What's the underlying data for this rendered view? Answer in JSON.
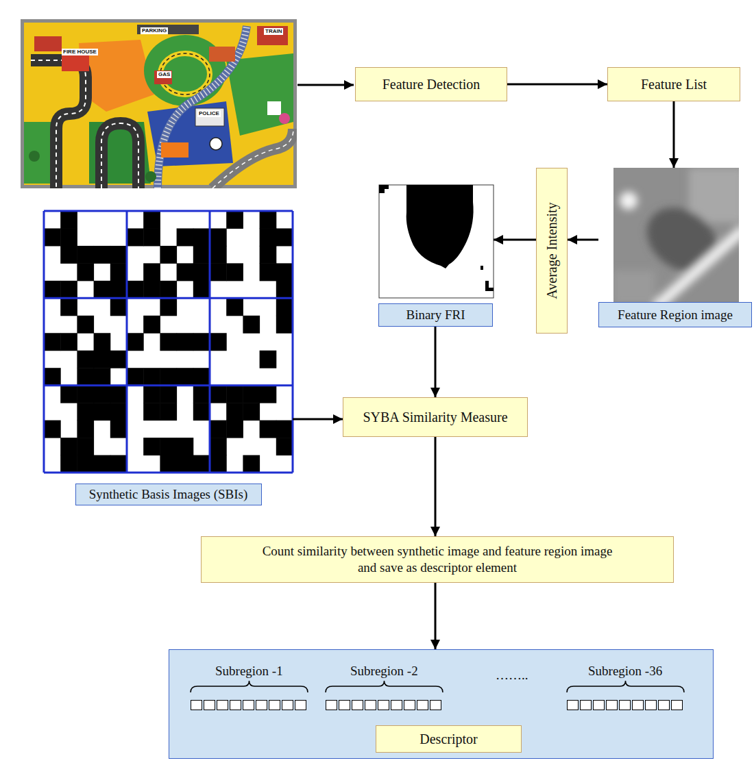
{
  "diagram": {
    "nodes": [
      {
        "text": [
          "Feature Detection"
        ]
      },
      {
        "text": [
          "Feature List"
        ]
      },
      {
        "text": [
          "Feature Region image"
        ]
      },
      {
        "text": [
          "Average Intensity"
        ]
      },
      {
        "text": [
          "Binary FRI"
        ]
      },
      {
        "text": [
          "Synthetic Basis Images (SBIs)"
        ]
      },
      {
        "text": [
          "SYBA Similarity Measure"
        ]
      },
      {
        "text": [
          "Count similarity between synthetic image and feature region image and save as descriptor element"
        ]
      },
      {
        "text": [
          "Subregion -1",
          "Subregion -2",
          "……..",
          "Subregion -36"
        ]
      },
      {
        "text": [
          "Descriptor"
        ],
        "in": 8
      }
    ],
    "edges": [
      {
        "from": 0,
        "to": 1,
        "arrow": "to"
      },
      {
        "from": 1,
        "to": 2,
        "arrow": "to"
      },
      {
        "from": 2,
        "to": 3,
        "arrow": "to"
      },
      {
        "from": 3,
        "to": 4,
        "arrow": "to"
      },
      {
        "from": 4,
        "to": 6,
        "arrow": "to"
      },
      {
        "from": 5,
        "to": 6,
        "arrow": "to"
      },
      {
        "from": 6,
        "to": 7,
        "arrow": "to"
      },
      {
        "from": 7,
        "to": 8,
        "arrow": "to"
      }
    ],
    "labels": [
      "PARKING",
      "FIRE HOUSE",
      "GAS",
      "POLICE",
      "TRAIN"
    ]
  }
}
